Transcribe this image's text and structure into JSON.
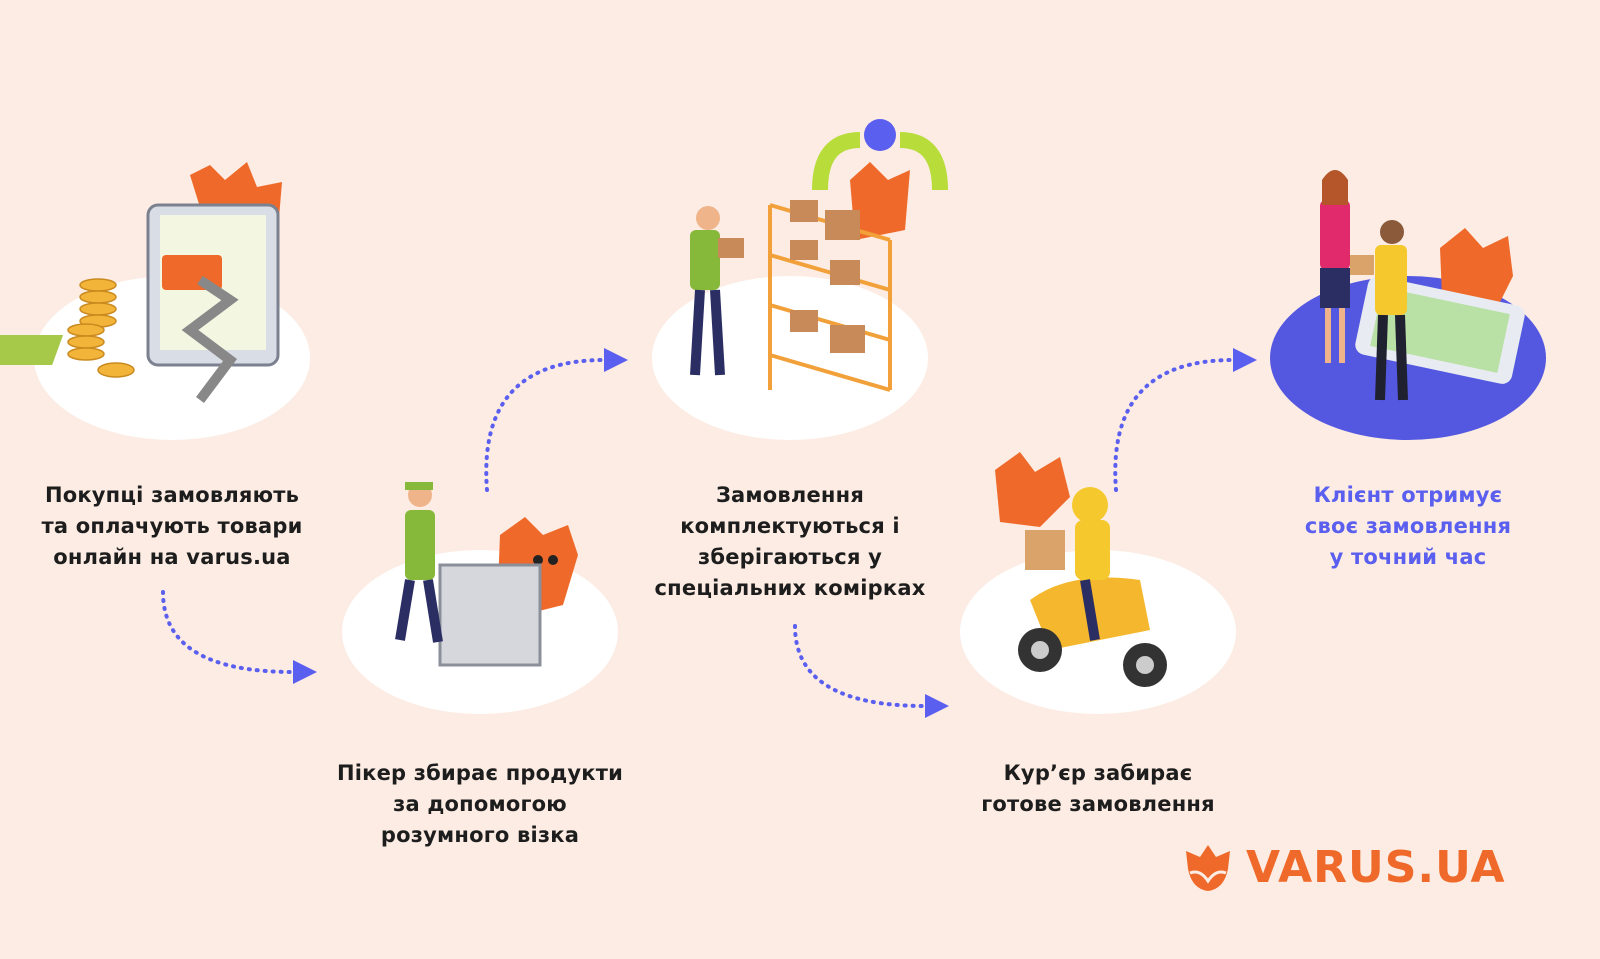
{
  "colors": {
    "background": "#fcece3",
    "brand_orange": "#ef6a2a",
    "accent_blue": "#5b5fef",
    "text": "#1d1d1d"
  },
  "steps": [
    {
      "lines": [
        "Покупці замовляють",
        "та оплачують товари",
        "онлайн на varus.ua"
      ],
      "illustration": "computer-shopping-icon"
    },
    {
      "lines": [
        "Пікер збирає продукти",
        "за допомогою",
        "розумного візка"
      ],
      "illustration": "smart-cart-icon"
    },
    {
      "lines": [
        "Замовлення",
        "комплектуються і",
        "зберігаються у",
        "спеціальних комірках"
      ],
      "illustration": "warehouse-shelf-icon"
    },
    {
      "lines": [
        "Кур’єр забирає",
        "готове замовлення"
      ],
      "illustration": "courier-scooter-icon"
    },
    {
      "lines": [
        "Клієнт отримує",
        "своє замовлення",
        "у точний час"
      ],
      "illustration": "delivery-handover-icon"
    }
  ],
  "logo": {
    "text": "VARUS.UA"
  }
}
